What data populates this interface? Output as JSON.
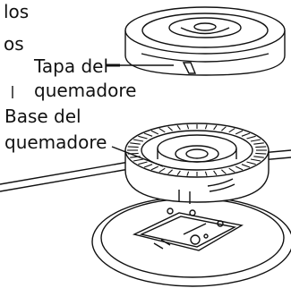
{
  "labels": {
    "fragment_line1": "los",
    "fragment_line2": "os",
    "cap_line1": "Tapa del",
    "cap_line2": "quemadore",
    "base_line1": "Base del",
    "base_line2": "quemadore"
  },
  "colors": {
    "line": "#111111",
    "fill": "#ffffff",
    "shade": "#d9d9d9"
  }
}
